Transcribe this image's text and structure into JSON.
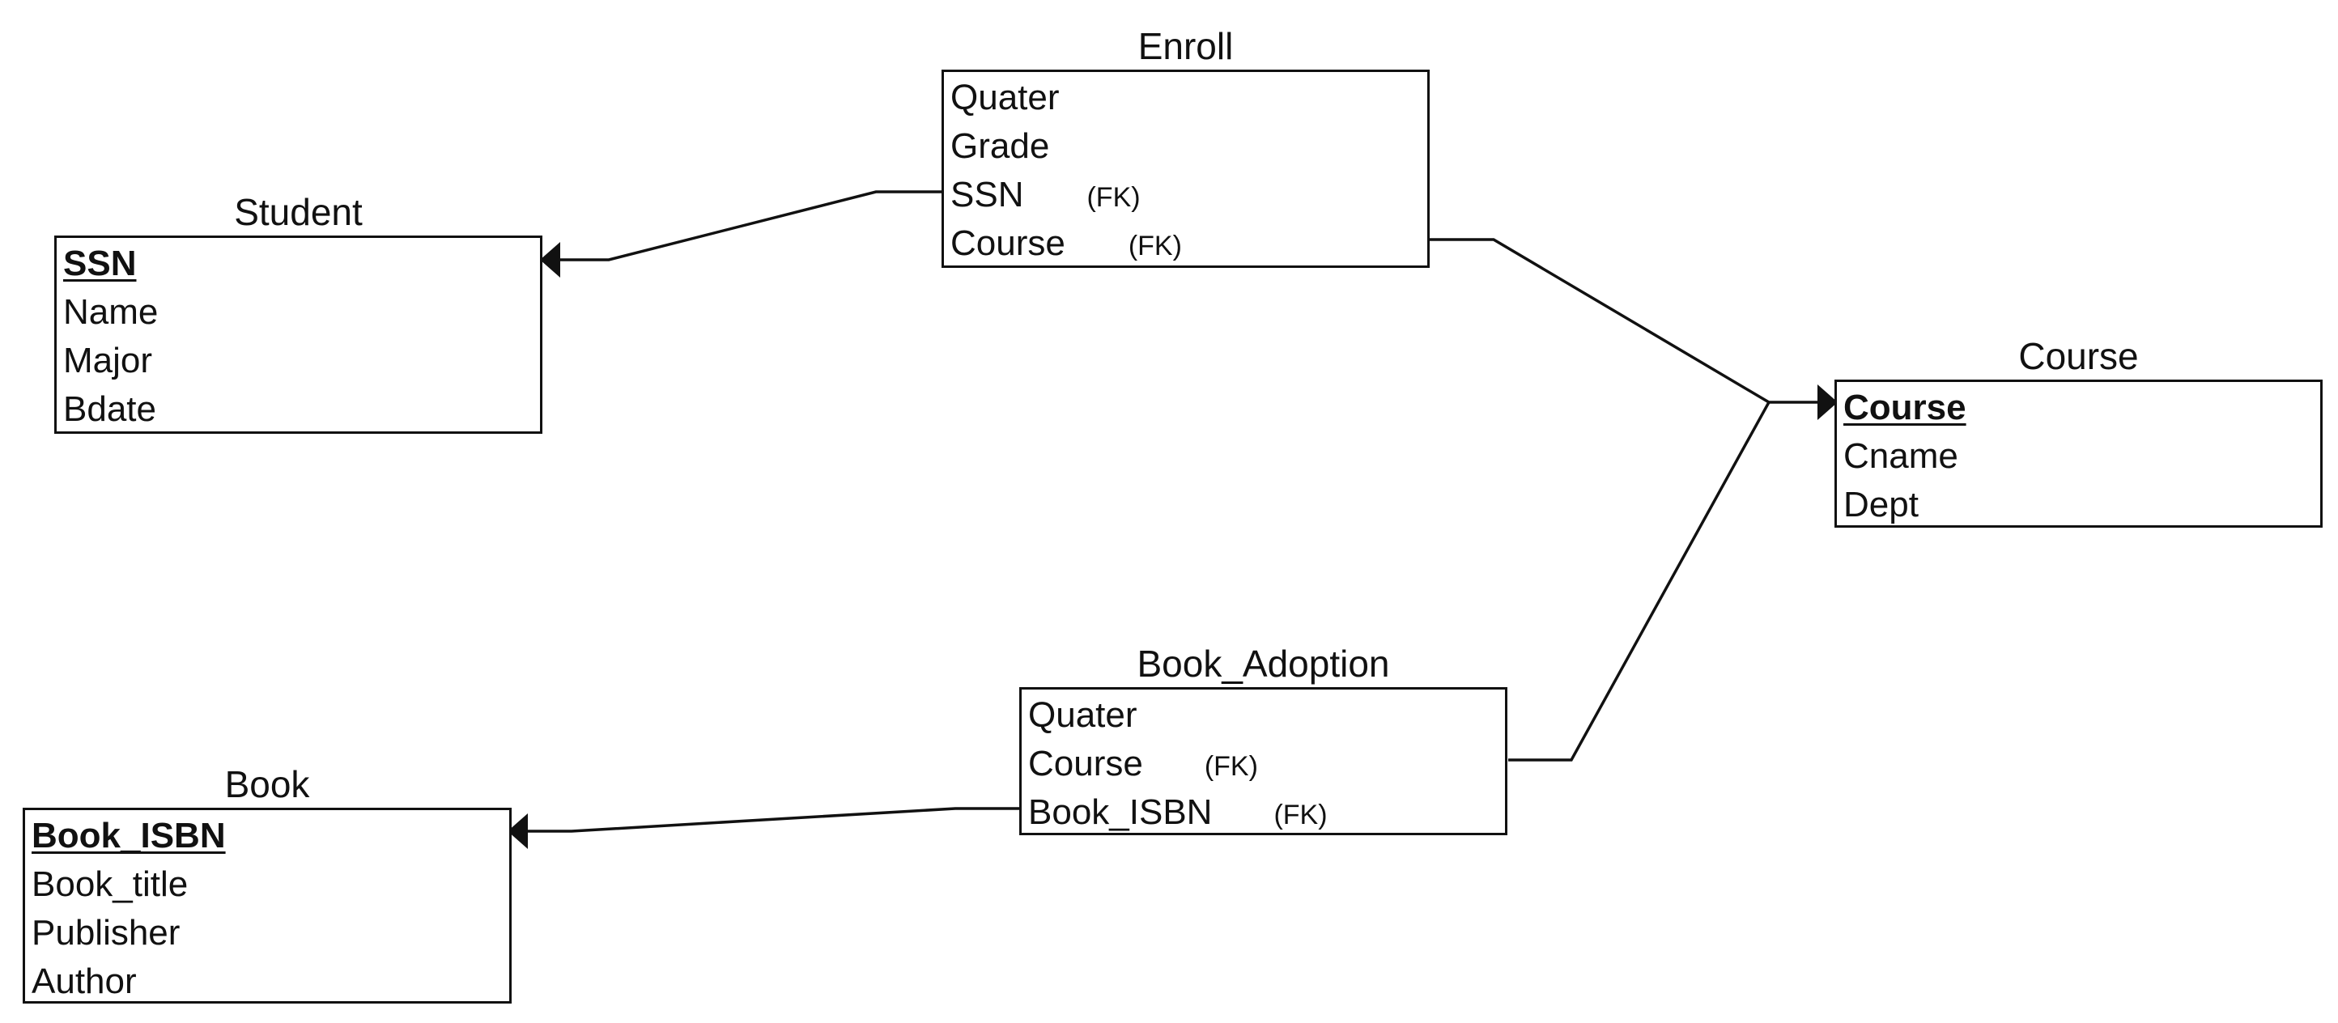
{
  "diagram": {
    "entities": {
      "enroll": {
        "name": "Enroll",
        "attributes": [
          {
            "name": "Quater",
            "key": "",
            "fk": ""
          },
          {
            "name": "Grade",
            "key": "",
            "fk": ""
          },
          {
            "name": "SSN",
            "key": "",
            "fk": "(FK)"
          },
          {
            "name": "Course",
            "key": "",
            "fk": "(FK)"
          }
        ]
      },
      "student": {
        "name": "Student",
        "attributes": [
          {
            "name": "SSN",
            "key": "primary",
            "fk": ""
          },
          {
            "name": "Name",
            "key": "",
            "fk": ""
          },
          {
            "name": "Major",
            "key": "",
            "fk": ""
          },
          {
            "name": "Bdate",
            "key": "",
            "fk": ""
          }
        ]
      },
      "course": {
        "name": "Course",
        "attributes": [
          {
            "name": "Course",
            "key": "primary",
            "fk": ""
          },
          {
            "name": "Cname",
            "key": "",
            "fk": ""
          },
          {
            "name": "Dept",
            "key": "",
            "fk": ""
          }
        ]
      },
      "book_adoption": {
        "name": "Book_Adoption",
        "attributes": [
          {
            "name": "Quater",
            "key": "",
            "fk": ""
          },
          {
            "name": "Course",
            "key": "",
            "fk": "(FK)"
          },
          {
            "name": "Book_ISBN",
            "key": "",
            "fk": "(FK)"
          }
        ]
      },
      "book": {
        "name": "Book",
        "attributes": [
          {
            "name": "Book_ISBN",
            "key": "primary",
            "fk": ""
          },
          {
            "name": "Book_title",
            "key": "",
            "fk": ""
          },
          {
            "name": "Publisher",
            "key": "",
            "fk": ""
          },
          {
            "name": "Author",
            "key": "",
            "fk": ""
          }
        ]
      }
    },
    "relationships": [
      {
        "from": "enroll",
        "from_attr": "SSN",
        "to": "student",
        "to_attr": "SSN"
      },
      {
        "from": "enroll",
        "from_attr": "Course",
        "to": "course",
        "to_attr": "Course"
      },
      {
        "from": "book_adoption",
        "from_attr": "Course",
        "to": "course",
        "to_attr": "Course"
      },
      {
        "from": "book_adoption",
        "from_attr": "Book_ISBN",
        "to": "book",
        "to_attr": "Book_ISBN"
      }
    ],
    "colors": {
      "line": "#111111",
      "background": "#ffffff"
    }
  }
}
